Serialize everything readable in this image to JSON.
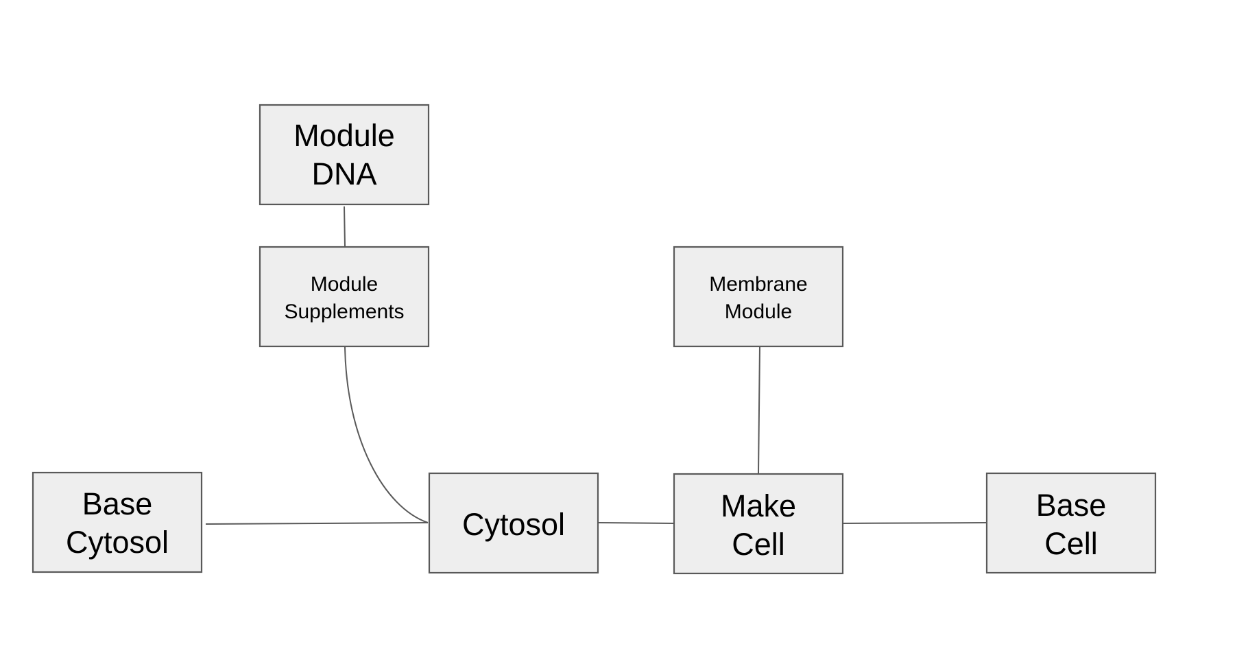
{
  "diagram": {
    "nodes": {
      "module_dna": {
        "line1": "Module",
        "line2": "DNA"
      },
      "module_supplements": {
        "line1": "Module",
        "line2": "Supplements"
      },
      "membrane_module": {
        "line1": "Membrane",
        "line2": "Module"
      },
      "base_cytosol": {
        "line1": "Base",
        "line2": "Cytosol"
      },
      "cytosol": {
        "line1": "Cytosol"
      },
      "make_cell": {
        "line1": "Make",
        "line2": "Cell"
      },
      "base_cell": {
        "line1": "Base",
        "line2": "Cell"
      }
    },
    "edges": [
      {
        "from": "Module DNA",
        "to": "Module Supplements"
      },
      {
        "from": "Module Supplements",
        "to": "Cytosol"
      },
      {
        "from": "Base Cytosol",
        "to": "Cytosol"
      },
      {
        "from": "Cytosol",
        "to": "Make Cell"
      },
      {
        "from": "Membrane Module",
        "to": "Make Cell"
      },
      {
        "from": "Make Cell",
        "to": "Base Cell"
      }
    ],
    "colors": {
      "node_fill": "#eeeeee",
      "node_stroke": "#595959",
      "edge_stroke": "#595959",
      "text": "#000000"
    }
  }
}
